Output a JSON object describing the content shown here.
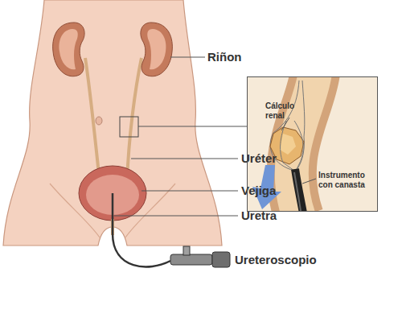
{
  "diagram": {
    "nodes": [
      {
        "text": [
          "Cálculo renal",
          "Instrumento con canasta"
        ]
      }
    ],
    "labels": [
      "Riñon",
      "Uréter",
      "Vejiga",
      "Uretra",
      "Ureteroscopio"
    ]
  }
}
